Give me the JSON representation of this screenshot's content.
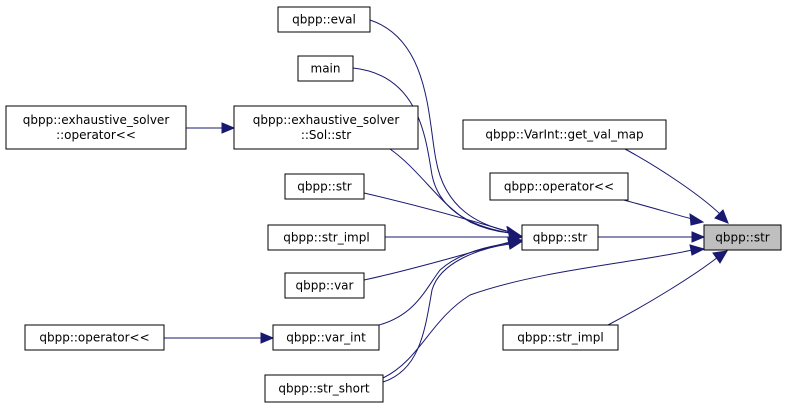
{
  "graph": {
    "colors": {
      "edge": "#191970",
      "node_border": "#000000",
      "focus_fill": "#bfbfbf",
      "node_fill": "#ffffff"
    },
    "nodes": [
      {
        "id": "focus",
        "lines": [
          "qbpp::str"
        ]
      },
      {
        "id": "str_mid",
        "lines": [
          "qbpp::str"
        ]
      },
      {
        "id": "eval",
        "lines": [
          "qbpp::eval"
        ]
      },
      {
        "id": "main",
        "lines": [
          "main"
        ]
      },
      {
        "id": "exh_sol_str",
        "lines": [
          "qbpp::exhaustive_solver",
          "::Sol::str"
        ]
      },
      {
        "id": "exh_op",
        "lines": [
          "qbpp::exhaustive_solver",
          "::operator<<"
        ]
      },
      {
        "id": "str_left",
        "lines": [
          "qbpp::str"
        ]
      },
      {
        "id": "str_impl_left",
        "lines": [
          "qbpp::str_impl"
        ]
      },
      {
        "id": "var",
        "lines": [
          "qbpp::var"
        ]
      },
      {
        "id": "var_int",
        "lines": [
          "qbpp::var_int"
        ]
      },
      {
        "id": "op_left",
        "lines": [
          "qbpp::operator<<"
        ]
      },
      {
        "id": "str_short",
        "lines": [
          "qbpp::str_short"
        ]
      },
      {
        "id": "get_val_map",
        "lines": [
          "qbpp::VarInt::get_val_map"
        ]
      },
      {
        "id": "op_right",
        "lines": [
          "qbpp::operator<<"
        ]
      },
      {
        "id": "str_impl_right",
        "lines": [
          "qbpp::str_impl"
        ]
      }
    ],
    "edges": [
      {
        "from": "str_mid",
        "to": "focus"
      },
      {
        "from": "get_val_map",
        "to": "focus"
      },
      {
        "from": "op_right",
        "to": "focus"
      },
      {
        "from": "str_impl_right",
        "to": "focus"
      },
      {
        "from": "str_short",
        "to": "focus"
      },
      {
        "from": "eval",
        "to": "str_mid"
      },
      {
        "from": "main",
        "to": "str_mid"
      },
      {
        "from": "exh_sol_str",
        "to": "str_mid"
      },
      {
        "from": "str_left",
        "to": "str_mid"
      },
      {
        "from": "str_impl_left",
        "to": "str_mid"
      },
      {
        "from": "var",
        "to": "str_mid"
      },
      {
        "from": "var_int",
        "to": "str_mid"
      },
      {
        "from": "str_short",
        "to": "str_mid"
      },
      {
        "from": "exh_op",
        "to": "exh_sol_str"
      },
      {
        "from": "op_left",
        "to": "var_int"
      }
    ]
  }
}
